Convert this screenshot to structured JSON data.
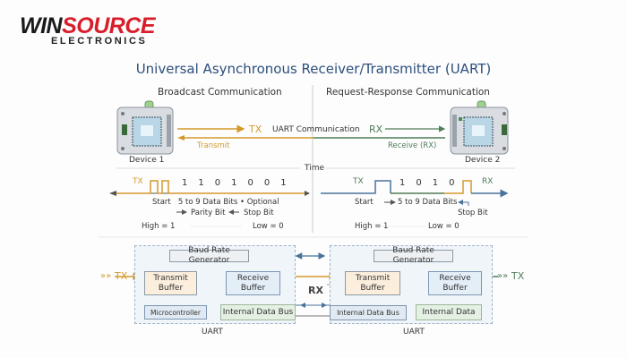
{
  "logo": {
    "part1": "WIN",
    "part2": "SOURCE",
    "subtitle": "ELECTRONICS"
  },
  "title": "Universal Asynchronous Receiver/Transmitter (UART)",
  "left_section": {
    "heading": "Broadcast Communication",
    "device_label": "Device 1",
    "tx_label": "TX",
    "transmit_label": "Transmit",
    "waveform": {
      "tx_label": "TX",
      "bits": [
        "1",
        "1",
        "0",
        "1",
        "0",
        "0",
        "1"
      ],
      "caption_line1": "Start   5 to 9 Data Bits • Optional",
      "caption_parity": "Parity Bit",
      "caption_stop": "Stop Bit",
      "high": "High = 1",
      "low": "Low = 0"
    }
  },
  "right_section": {
    "heading": "Request-Response Communication",
    "device_label": "Device 2",
    "rx_label": "RX",
    "receive_label": "Receive (RX)",
    "waveform": {
      "tx_label": "TX",
      "rx_label": "RX",
      "bits": [
        "1",
        "0",
        "1",
        "0"
      ],
      "caption_start": "Start",
      "caption_data": "5 to 9 Data Bits",
      "caption_stop": "Stop Bit",
      "high": "High = 1",
      "low": "Low = 0"
    }
  },
  "center": {
    "link_label": "UART Communication",
    "time_label": "Time"
  },
  "block_left": {
    "input_label": "TX",
    "baud": "Baud Rate Generator",
    "transmit_buffer": "Transmit Buffer",
    "receive_buffer": "Receive Buffer",
    "microcontroller": "Microcontroller",
    "internal_bus": "Internal Data Bus",
    "caption": "UART"
  },
  "block_right": {
    "output_label": "TX",
    "baud": "Baud Rate Generator",
    "transmit_buffer": "Transmit Buffer",
    "receive_buffer": "Receive Buffer",
    "internal_bus": "Internal Data Bus",
    "internal_data": "Internal Data",
    "caption": "UART"
  },
  "link_rx_label": "RX",
  "colors": {
    "orange": "#d39a2b",
    "green": "#4f7d56",
    "blue": "#4a7399",
    "title": "#2c4f7c",
    "brand_red": "#d81e2a"
  }
}
